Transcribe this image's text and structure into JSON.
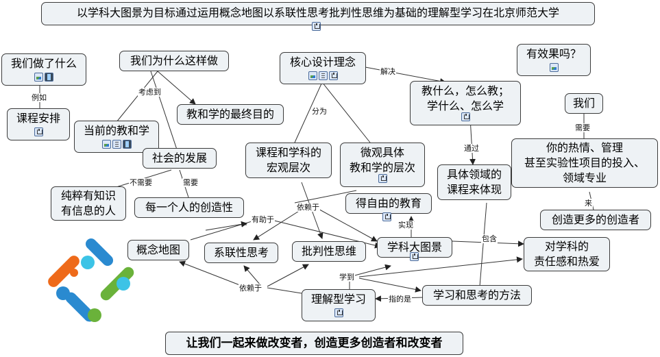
{
  "title": "以学科大图景为目标通过运用概念地图以系联性思考批判性思维为基础的理解型学习在北京师范大学",
  "footer": "让我们一起来做改变者，创造更多创造者和改变者",
  "nodes": {
    "what_we_did": "我们做了什么",
    "course": "课程安排",
    "why": "我们为什么这样做",
    "current": "当前的教和学",
    "goal": "教和学的最终目的",
    "society": "社会的发展",
    "knowledge_1": "纯粹有知识",
    "knowledge_2": "有信息的人",
    "creativity": "每一个人的创造性",
    "core": "核心设计理念",
    "macro_1": "课程和学科的",
    "macro_2": "宏观层次",
    "micro_1": "微观具体",
    "micro_2": "教和学的层次",
    "teach_1": "教什么，怎么教；",
    "teach_2": "学什么、怎么学",
    "effective": "有效果吗？",
    "we": "我们",
    "passion_1": "你的热情、管理",
    "passion_2": "甚至实验性项目的投入、",
    "passion_3": "领域专业",
    "field_1": "具体领域的",
    "field_2": "课程来体现",
    "free": "得自由的教育",
    "more_creators": "创造更多的创造者",
    "concept_map": "概念地图",
    "connective": "系联性思考",
    "critical": "批判性思维",
    "big_picture": "学科大图景",
    "responsibility_1": "对学科的",
    "responsibility_2": "责任感和热爱",
    "understanding": "理解型学习",
    "methods": "学习和思考的方法"
  },
  "links": {
    "example": "例如",
    "consider": "考虑到",
    "no_need": "不需要",
    "need": "需要",
    "divide": "分为",
    "solve": "解决",
    "through": "通过",
    "need2": "需要",
    "come": "来",
    "realize": "实现",
    "include": "包含",
    "depend1": "依赖于",
    "help": "有助于",
    "depend2": "依赖于",
    "learn": "学到",
    "refers": "指的是"
  },
  "icons": {
    "what_we_did": [
      "image-icon",
      "film-icon"
    ],
    "course": [
      "concept-map-icon"
    ],
    "current": [
      "image-icon",
      "note-icon",
      "film-icon"
    ],
    "core": [
      "image-icon",
      "note-icon",
      "concept-map-icon"
    ],
    "micro": [
      "concept-map-icon"
    ],
    "teach": [
      "concept-map-icon"
    ],
    "effective": [
      "image-icon"
    ],
    "free": [
      "concept-map-icon"
    ],
    "big_picture": [
      "concept-map-icon"
    ],
    "understanding": [
      "concept-map-icon"
    ],
    "title": [
      "concept-map-icon"
    ]
  },
  "colors": {
    "node_fill": "#eef2f5",
    "node_border": "#3a3a3a",
    "logo_blue": "#2a8ad0",
    "logo_orange": "#ee6a1a",
    "logo_green": "#6ab23a",
    "logo_cyan": "#3cc3e6"
  }
}
